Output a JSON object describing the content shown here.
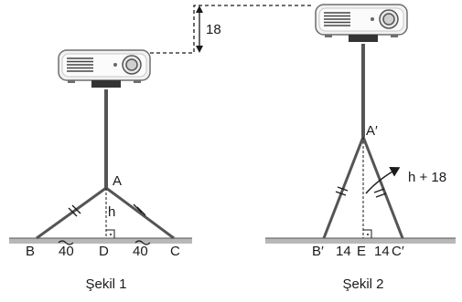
{
  "figure1": {
    "caption": "Şekil 1",
    "point_top": "A",
    "point_left": "B",
    "point_foot": "D",
    "point_right": "C",
    "height_label": "h",
    "seg_left": "40",
    "seg_right": "40"
  },
  "figure2": {
    "caption": "Şekil 2",
    "point_top": "A′",
    "point_left": "B′",
    "point_foot": "E",
    "point_right": "C′",
    "height_label": "h + 18",
    "seg_left": "14",
    "seg_right": "14"
  },
  "rise_label": "18"
}
